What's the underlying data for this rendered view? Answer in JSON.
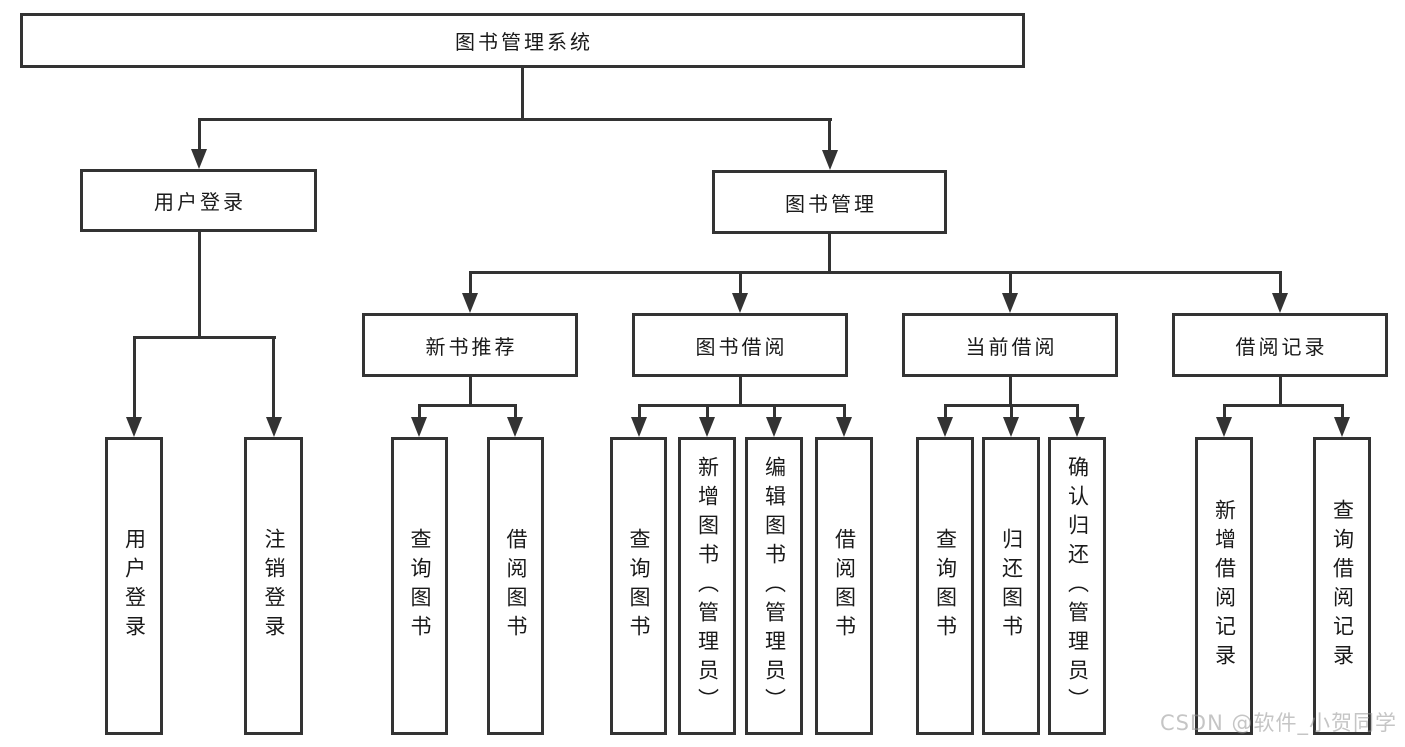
{
  "diagram": {
    "type": "hierarchy",
    "colors": {
      "line": "#333333",
      "box_border": "#333333",
      "text": "#1a1a1a",
      "background": "#ffffff",
      "watermark": "#a0a0a0"
    },
    "tree": {
      "root": {
        "label": "图书管理系统"
      },
      "branches": [
        {
          "label": "用户登录",
          "children": [
            {
              "label": "用户登录"
            },
            {
              "label": "注销登录"
            }
          ]
        },
        {
          "label": "图书管理",
          "children": [
            {
              "label": "新书推荐",
              "children": [
                {
                  "label": "查询图书"
                },
                {
                  "label": "借阅图书"
                }
              ]
            },
            {
              "label": "图书借阅",
              "children": [
                {
                  "label": "查询图书"
                },
                {
                  "label": "新增图书（管理员）"
                },
                {
                  "label": "编辑图书（管理员）"
                },
                {
                  "label": "借阅图书"
                }
              ]
            },
            {
              "label": "当前借阅",
              "children": [
                {
                  "label": "查询图书"
                },
                {
                  "label": "归还图书"
                },
                {
                  "label": "确认归还（管理员）"
                }
              ]
            },
            {
              "label": "借阅记录",
              "children": [
                {
                  "label": "新增借阅记录"
                },
                {
                  "label": "查询借阅记录"
                }
              ]
            }
          ]
        }
      ]
    }
  },
  "watermark": {
    "text": "CSDN @软件_小贺同学"
  }
}
